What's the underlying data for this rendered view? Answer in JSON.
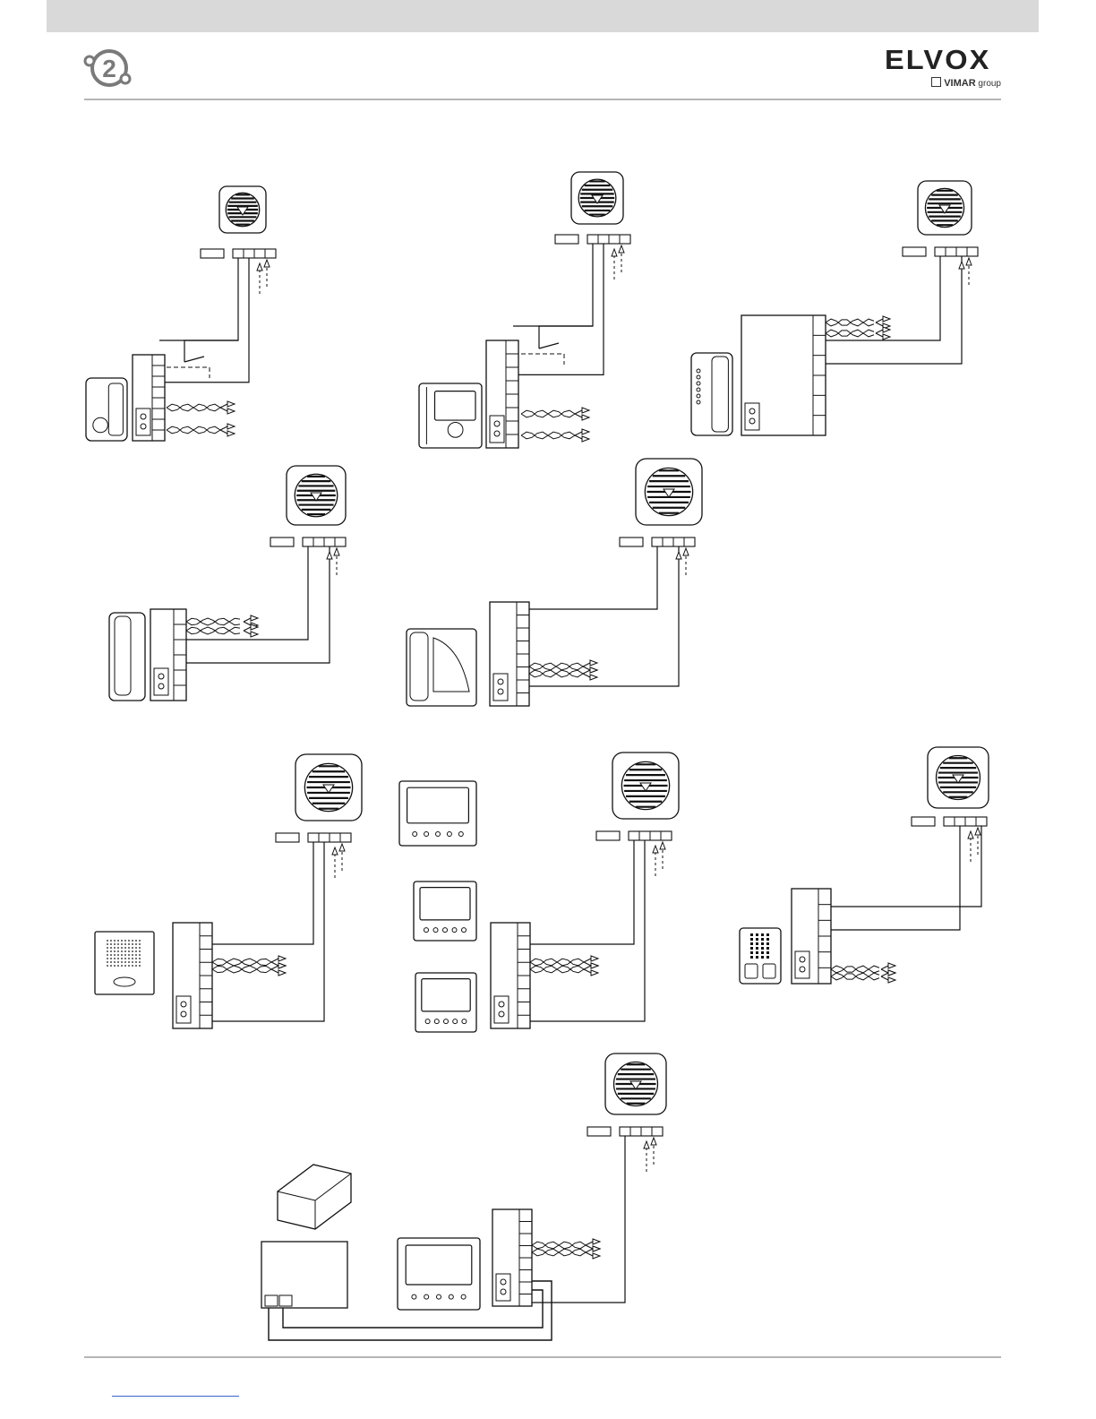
{
  "header": {
    "brand_logo_text": "ELVOX",
    "brand_sub_name": "VIMAR",
    "brand_sub_suffix": "group",
    "system_logo_text": "2"
  },
  "colors": {
    "line": "#111111",
    "band": "#d9d9d9",
    "rule": "#b5b5b5",
    "link": "#3a62c6"
  },
  "diagram": {
    "units": [
      {
        "id": "u1",
        "device": "slim-handset"
      },
      {
        "id": "u2",
        "device": "video-handset"
      },
      {
        "id": "u3",
        "device": "audio-handset-with-module"
      },
      {
        "id": "u4",
        "device": "wall-handset"
      },
      {
        "id": "u5",
        "device": "petrarca-videophone"
      },
      {
        "id": "u6",
        "device": "handsfree-intercom"
      },
      {
        "id": "u7",
        "device": "videophone-group"
      },
      {
        "id": "u8",
        "device": "keypad-module"
      },
      {
        "id": "u9",
        "device": "power-supply-and-videophone"
      }
    ]
  }
}
